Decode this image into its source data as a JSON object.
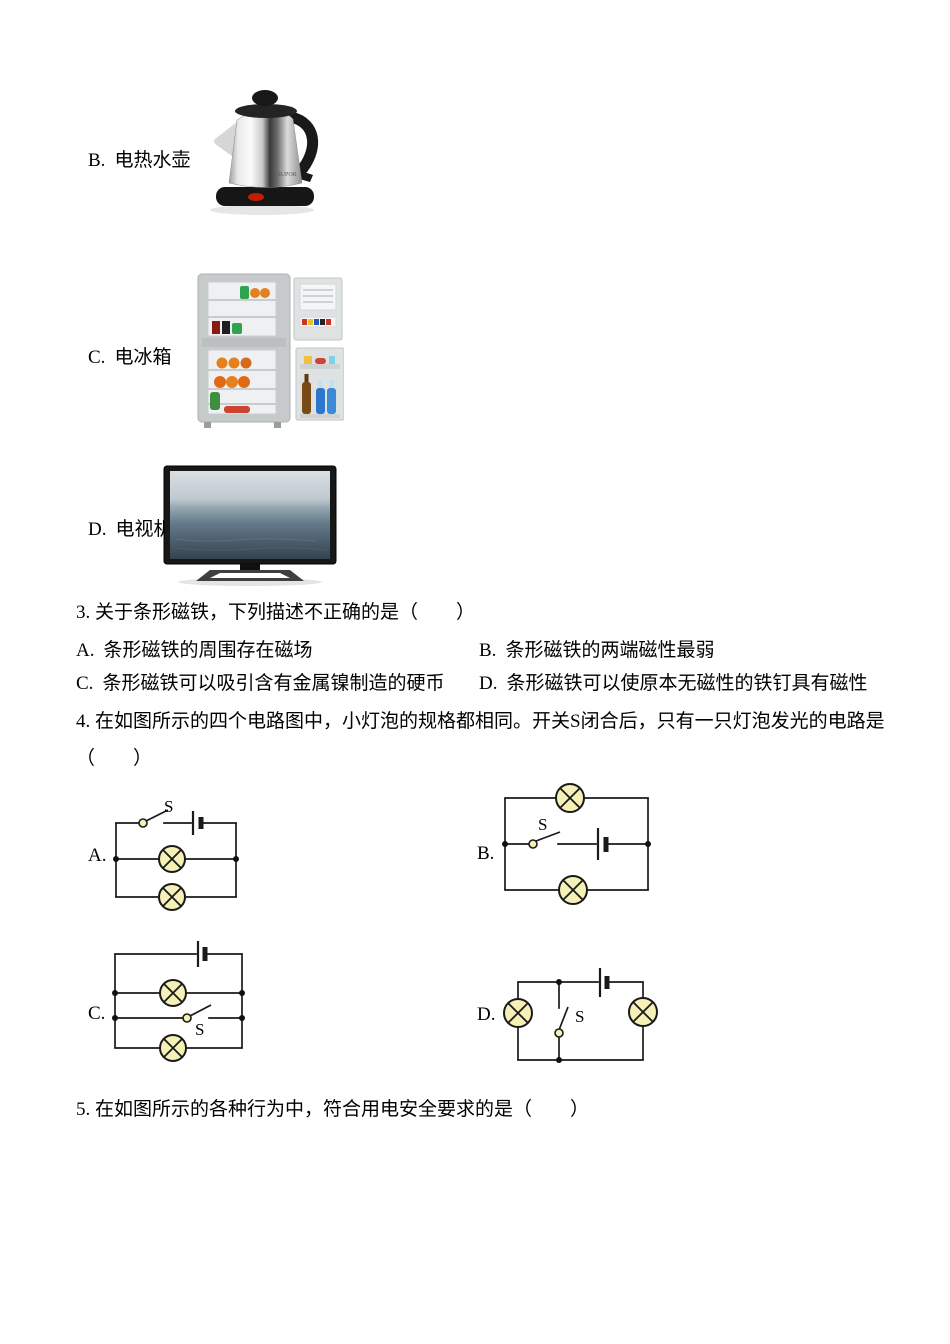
{
  "appliances": {
    "b": {
      "label": "B.",
      "name": "电热水壶",
      "brand": "SUPOR"
    },
    "c": {
      "label": "C.",
      "name": "电冰箱"
    },
    "d": {
      "label": "D.",
      "name": "电视机"
    }
  },
  "q3": {
    "stem": "3. 关于条形磁铁，下列描述不正确的是（　　）",
    "a": {
      "label": "A.",
      "text": "条形磁铁的周围存在磁场"
    },
    "b": {
      "label": "B.",
      "text": "条形磁铁的两端磁性最弱"
    },
    "c": {
      "label": "C.",
      "text": "条形磁铁可以吸引含有金属镍制造的硬币"
    },
    "d": {
      "label": "D.",
      "text": "条形磁铁可以使原本无磁性的铁钉具有磁性"
    }
  },
  "q4": {
    "stem_line1": "4. 在如图所示的四个电路图中，小灯泡的规格都相同。开关S闭合后，只有一只灯泡发光的电路是",
    "stem_line2": "（　　）",
    "circuits": {
      "a": {
        "label": "A.",
        "switch": "S"
      },
      "b": {
        "label": "B.",
        "switch": "S"
      },
      "c": {
        "label": "C.",
        "switch": "S"
      },
      "d": {
        "label": "D.",
        "switch": "S"
      }
    }
  },
  "q5": {
    "stem": "5. 在如图所示的各种行为中，符合用电安全要求的是（　　）"
  },
  "colors": {
    "lamp_fill": "#f5f0b6",
    "wire": "#1a1a1a",
    "page_bg": "#ffffff"
  }
}
